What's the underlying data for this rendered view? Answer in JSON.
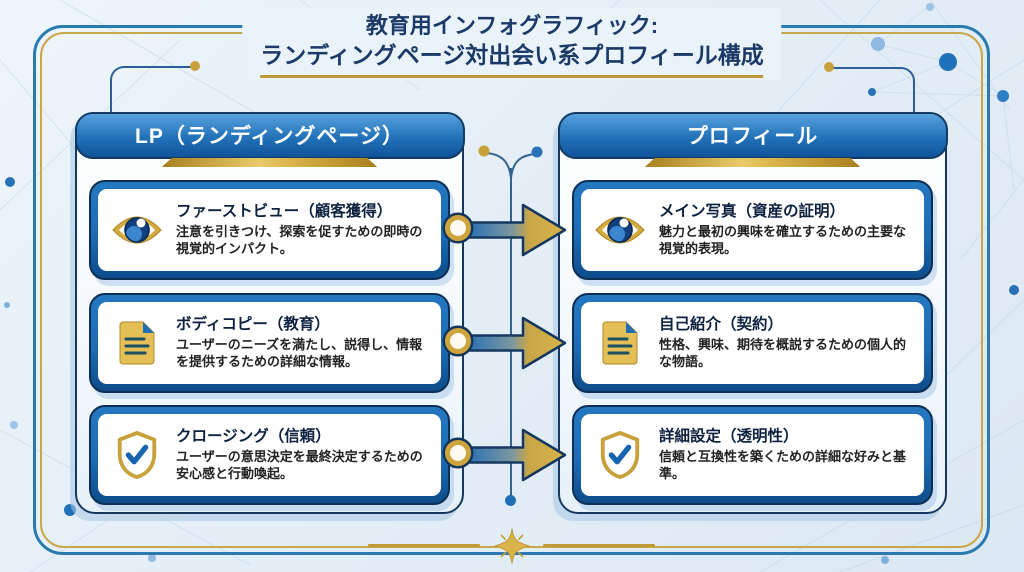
{
  "title": {
    "line1": "教育用インフォグラフィック:",
    "line2": "ランディングページ対出会い系プロフィール構成"
  },
  "columns": [
    {
      "header": "LP（ランディングページ）",
      "cards": [
        {
          "icon": "eye-icon",
          "title": "ファーストビュー（顧客獲得）",
          "body": "注意を引きつけ、探索を促すための即時の視覚的インパクト。"
        },
        {
          "icon": "document-icon",
          "title": "ボディコピー（教育）",
          "body": "ユーザーのニーズを満たし、説得し、情報を提供するための詳細な情報。"
        },
        {
          "icon": "shield-check-icon",
          "title": "クロージング（信頼）",
          "body": "ユーザーの意思決定を最終決定するための安心感と行動喚起。"
        }
      ]
    },
    {
      "header": "プロフィール",
      "cards": [
        {
          "icon": "eye-icon",
          "title": "メイン写真（資産の証明）",
          "body": "魅力と最初の興味を確立するための主要な視覚的表現。"
        },
        {
          "icon": "document-icon",
          "title": "自己紹介（契約）",
          "body": "性格、興味、期待を概説するための個人的な物語。"
        },
        {
          "icon": "shield-check-icon",
          "title": "詳細設定（透明性）",
          "body": "信頼と互換性を築くための詳細な好みと基準。"
        }
      ]
    }
  ],
  "colors": {
    "accent_gold": "#c9a13b",
    "card_blue": "#1c6cb4",
    "header_blue_top": "#58a1dd",
    "header_blue_bottom": "#10539a",
    "navy_border": "#16385f",
    "title_navy": "#1b3a68",
    "page_bg": "#e9f1f9"
  }
}
